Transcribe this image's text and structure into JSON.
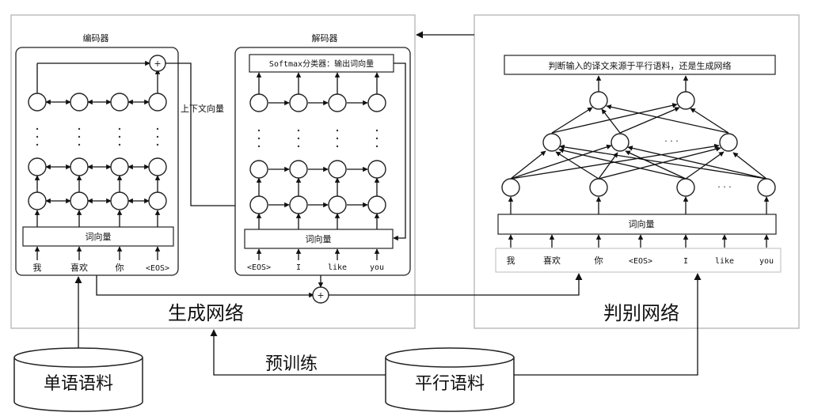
{
  "generator": {
    "title": "生成网络",
    "encoder": {
      "title": "编码器",
      "embedding_label": "词向量",
      "inputs": [
        "我",
        "喜欢",
        "你",
        "<EOS>"
      ]
    },
    "decoder": {
      "title": "解码器",
      "softmax_label": "Softmax分类器：输出词向量",
      "embedding_label": "词向量",
      "inputs": [
        "<EOS>",
        "I",
        "like",
        "you"
      ]
    },
    "context_label": "上下文向量",
    "sum_symbol": "+"
  },
  "discriminator": {
    "title": "判别网络",
    "output_label": "判断输入的译文来源于平行语料，还是生成网络",
    "embedding_label": "词向量",
    "inputs": [
      "我",
      "喜欢",
      "你",
      "<EOS>",
      "I",
      "like",
      "you"
    ],
    "ellipsis": "·  ·  ·"
  },
  "corpora": {
    "mono": "单语语料",
    "parallel": "平行语料",
    "pretrain_label": "预训练"
  }
}
